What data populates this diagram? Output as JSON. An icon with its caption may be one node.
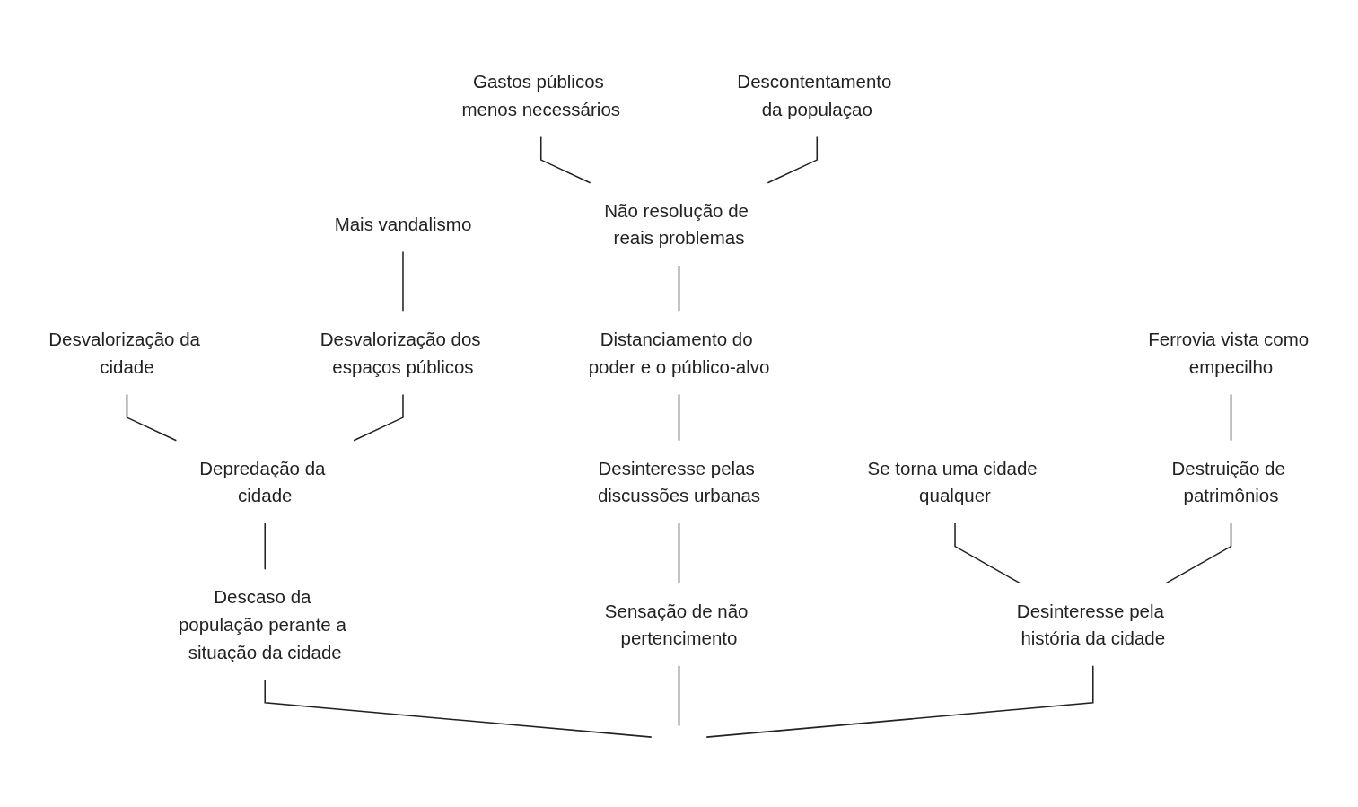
{
  "diagram": {
    "nodes": [
      {
        "text": [
          "Gastos públicos menos necessários"
        ]
      },
      {
        "text": [
          "Descontentamento da populaçao"
        ]
      },
      {
        "text": [
          "Não resolução de reais problemas"
        ]
      },
      {
        "text": [
          "Mais vandalismo"
        ]
      },
      {
        "text": [
          "Desvalorização da cidade"
        ]
      },
      {
        "text": [
          "Desvalorização dos espaços públicos"
        ]
      },
      {
        "text": [
          "Distanciamento do poder e o público-alvo"
        ]
      },
      {
        "text": [
          "Ferrovia vista como empecilho"
        ]
      },
      {
        "text": [
          "Depredação da cidade"
        ]
      },
      {
        "text": [
          "Desinteresse pelas discussões urbanas"
        ]
      },
      {
        "text": [
          "Se torna uma cidade qualquer"
        ]
      },
      {
        "text": [
          "Destruição de patrimônios"
        ]
      },
      {
        "text": [
          "Descaso da população perante a situação da cidade"
        ]
      },
      {
        "text": [
          "Sensação de não pertencimento"
        ]
      },
      {
        "text": [
          "Desinteresse pela história da cidade"
        ]
      }
    ],
    "edges": [
      {
        "from": 0,
        "to": 2,
        "arrow": "none"
      },
      {
        "from": 1,
        "to": 2,
        "arrow": "none"
      },
      {
        "from": 2,
        "to": 6,
        "arrow": "none"
      },
      {
        "from": 6,
        "to": 9,
        "arrow": "none"
      },
      {
        "from": 9,
        "to": 13,
        "arrow": "none"
      },
      {
        "from": 3,
        "to": 5,
        "arrow": "none"
      },
      {
        "from": 4,
        "to": 8,
        "arrow": "none"
      },
      {
        "from": 5,
        "to": 8,
        "arrow": "none"
      },
      {
        "from": 8,
        "to": 12,
        "arrow": "none"
      },
      {
        "from": 7,
        "to": 11,
        "arrow": "none"
      },
      {
        "from": 10,
        "to": 14,
        "arrow": "none"
      },
      {
        "from": 11,
        "to": 14,
        "arrow": "none"
      },
      {
        "from": 12,
        "to": null,
        "arrow": "none"
      },
      {
        "from": 13,
        "to": null,
        "arrow": "none"
      },
      {
        "from": 14,
        "to": null,
        "arrow": "none"
      }
    ]
  }
}
